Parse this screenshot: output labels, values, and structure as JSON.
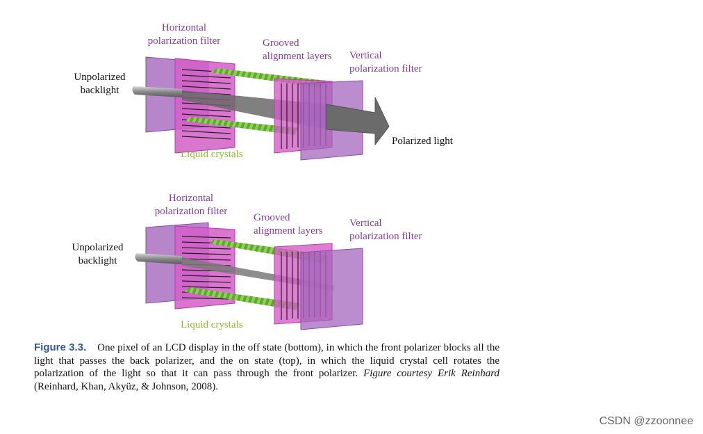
{
  "top_panel": {
    "horizontal_filter": "Horizontal\npolarization filter",
    "grooved_layers": "Grooved\nalignment layers",
    "vertical_filter": "Vertical\npolarization filter",
    "backlight": "Unpolarized\nbacklight",
    "liquid_crystals": "Liquid crystals",
    "polarized_light": "Polarized light"
  },
  "bottom_panel": {
    "horizontal_filter": "Horizontal\npolarization filter",
    "grooved_layers": "Grooved\nalignment layers",
    "vertical_filter": "Vertical\npolarization filter",
    "backlight": "Unpolarized\nbacklight",
    "liquid_crystals": "Liquid crystals"
  },
  "caption": {
    "figure_label": "Figure 3.3.",
    "text": "One pixel of an LCD display in the off state (bottom), in which the front polarizer blocks all the light that passes the back polarizer, and the on state (top), in which the liquid crystal cell rotates the polarization of the light so that it can pass through the front polarizer.",
    "credit_italic": "Figure courtesy Erik Reinhard",
    "credit_tail": "(Reinhard, Khan, Akyüz, & Johnson, 2008)."
  },
  "watermark": "CSDN @zzoonnee",
  "colors": {
    "filter_purple": "#9a4fb0",
    "layer_magenta": "#d45cc6",
    "crystal_green": "#6fb83a",
    "label_purple": "#8a3a9e",
    "label_green": "#8cbb2a",
    "caption_blue": "#2f55a4"
  }
}
